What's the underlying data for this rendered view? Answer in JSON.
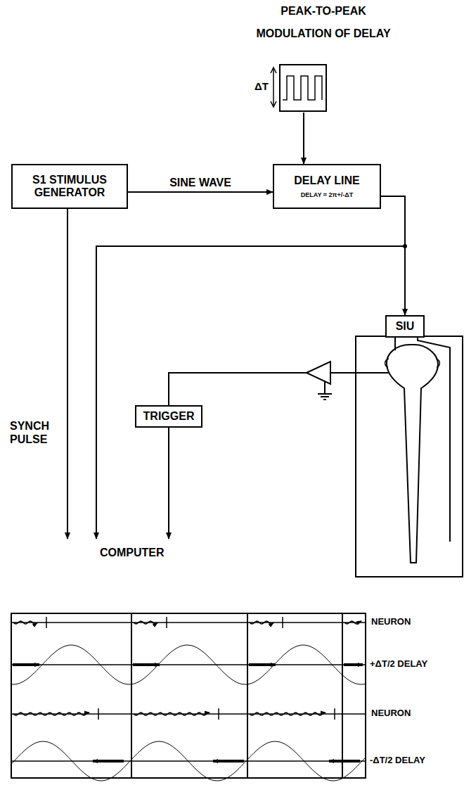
{
  "diagram": {
    "nodes": [
      {
        "text": [
          "ΔT"
        ]
      },
      {
        "text": [
          "S1 STIMULUS GENERATOR"
        ]
      },
      {
        "text": [
          "DELAY LINE",
          "DELAY = 2π+/-ΔT"
        ]
      },
      {
        "text": [
          "SIU"
        ]
      },
      {
        "text": [
          "TRIGGER"
        ]
      }
    ],
    "edges": [
      {
        "from": 0,
        "to": 2,
        "arrow": "to"
      },
      {
        "from": 1,
        "to": 2,
        "label": "SINE WAVE",
        "arrow": "to"
      },
      {
        "from": 2,
        "to": 3,
        "arrow": "to"
      }
    ],
    "labels": [
      "PEAK-TO-PEAK",
      "MODULATION OF DELAY",
      "SYNCH PULSE",
      "COMPUTER",
      "NEURON",
      "+ΔT/2 DELAY",
      "NEURON",
      "-ΔT/2 DELAY"
    ]
  }
}
